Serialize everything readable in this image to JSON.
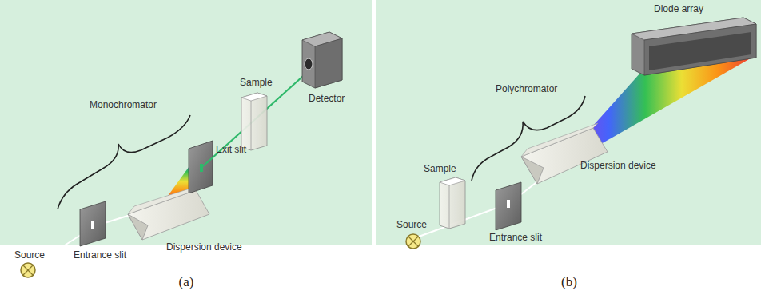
{
  "diagram": {
    "labels": [
      "Monochromator",
      "Sample",
      "Detector",
      "Exit slit",
      "Dispersion device",
      "Source",
      "Entrance slit",
      "(a)",
      "Diode array",
      "Polychromator",
      "Sample",
      "Dispersion device",
      "Source",
      "Entrance slit",
      "(b)"
    ]
  }
}
